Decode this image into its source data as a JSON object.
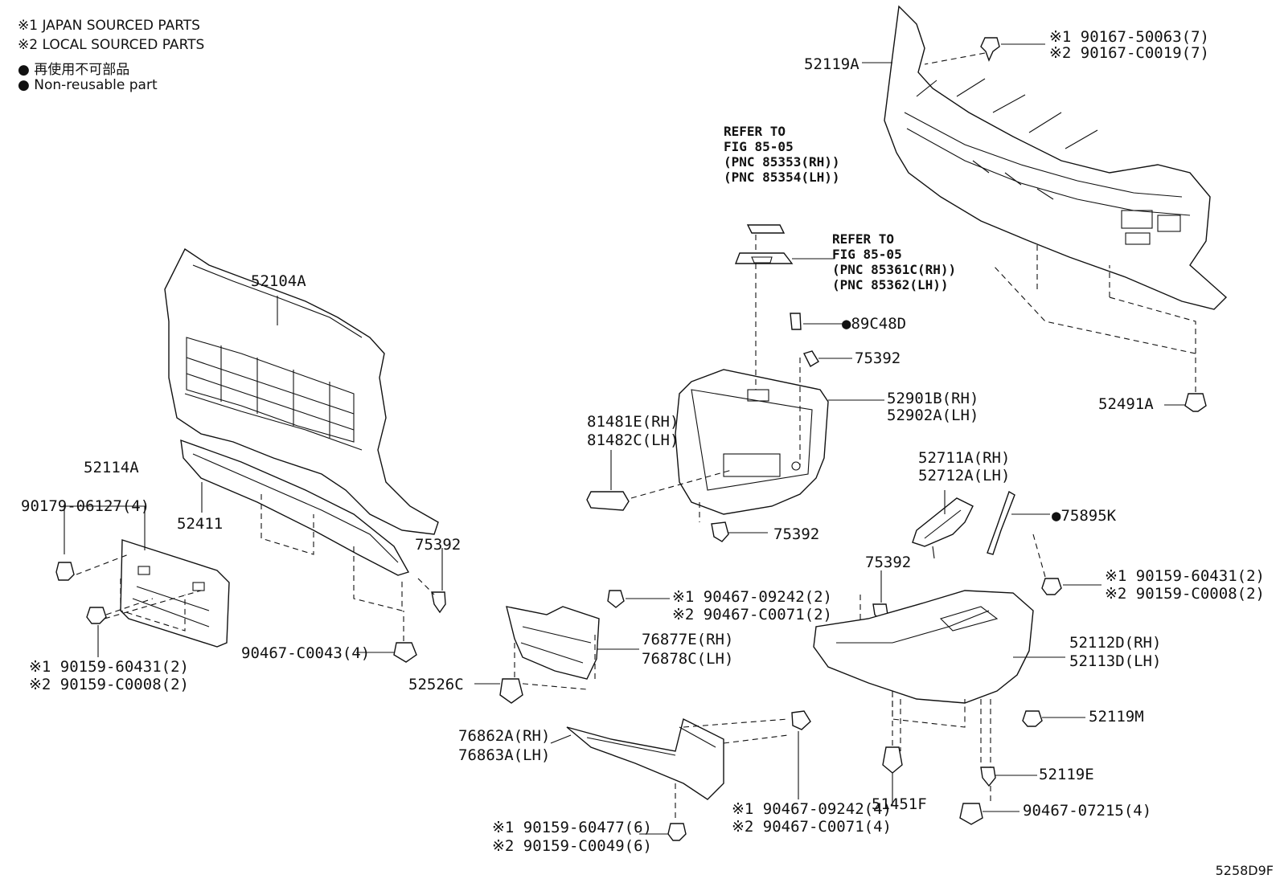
{
  "legend": {
    "note1": "※1 JAPAN SOURCED PARTS",
    "note2": "※2 LOCAL SOURCED PARTS",
    "note3": "● 再使用不可部品",
    "note4": "● Non-reusable part"
  },
  "labels": {
    "p52119A": "52119A",
    "p90167a": "※1 90167-50063(7)",
    "p90167b": "※2 90167-C0019(7)",
    "ref1": [
      "REFER TO",
      "FIG 85-05",
      "(PNC 85353(RH))",
      "(PNC 85354(LH))"
    ],
    "ref2": [
      "REFER TO",
      "FIG 85-05",
      "(PNC 85361C(RH))",
      "(PNC 85362(LH))"
    ],
    "p89C48D": "●89C48D",
    "p75392_top": "75392",
    "p52901B": "52901B(RH)",
    "p52902A": "52902A(LH)",
    "p52491A": "52491A",
    "p52104A": "52104A",
    "p52114A": "52114A",
    "p90179": "90179-06127(4)",
    "p52411": "52411",
    "p75392_left": "75392",
    "p90159a_left": "※1 90159-60431(2)",
    "p90159b_left": "※2 90159-C0008(2)",
    "p90467_c0043": "90467-C0043(4)",
    "p81481E": "81481E(RH)",
    "p81482C": "81482C(LH)",
    "p75392_mid": "75392",
    "p52711A": "52711A(RH)",
    "p52712A": "52712A(LH)",
    "p75895K": "●75895K",
    "p75392_right": "75392",
    "p90159a_right": "※1 90159-60431(2)",
    "p90159b_right": "※2 90159-C0008(2)",
    "p90467_09242a": "※1 90467-09242(2)",
    "p90467_c0071a": "※2 90467-C0071(2)",
    "p76877E": "76877E(RH)",
    "p76878C": "76878C(LH)",
    "p52526C": "52526C",
    "p52112D": "52112D(RH)",
    "p52113D": "52113D(LH)",
    "p52119M": "52119M",
    "p76862A": "76862A(RH)",
    "p76863A": "76863A(LH)",
    "p90467_09242b": "※1 90467-09242(4)",
    "p90467_c0071b": "※2 90467-C0071(4)",
    "p51451F": "51451F",
    "p52119E": "52119E",
    "p90467_07215": "90467-07215(4)",
    "p90159_60477": "※1 90159-60477(6)",
    "p90159_c0049": "※2 90159-C0049(6)"
  },
  "figure_code": "5258D9F"
}
